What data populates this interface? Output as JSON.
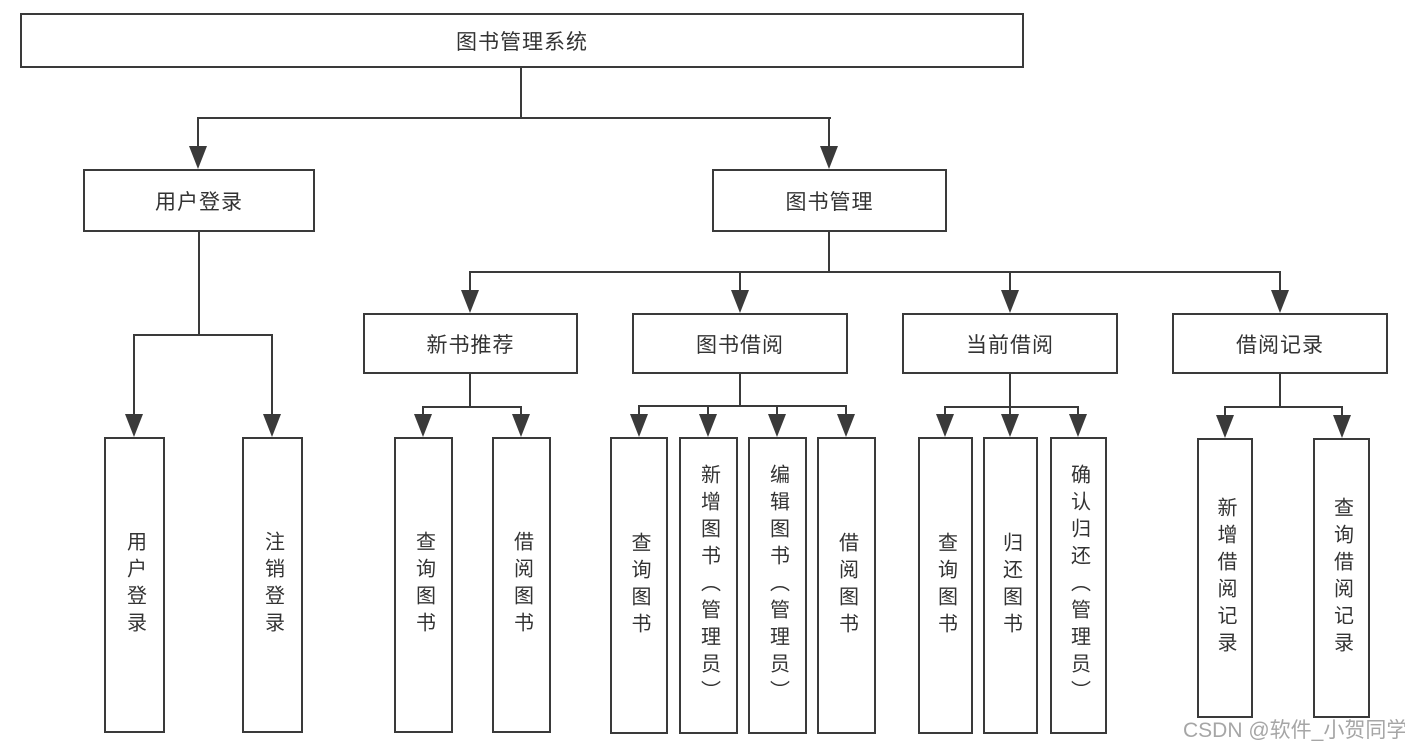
{
  "tree": {
    "root": {
      "label": "图书管理系统"
    },
    "branches": [
      {
        "label": "用户登录",
        "children": [
          {
            "label": "用户登录"
          },
          {
            "label": "注销登录"
          }
        ]
      },
      {
        "label": "图书管理",
        "children": [
          {
            "label": "新书推荐",
            "children": [
              {
                "label": "查询图书"
              },
              {
                "label": "借阅图书"
              }
            ]
          },
          {
            "label": "图书借阅",
            "children": [
              {
                "label": "查询图书"
              },
              {
                "label": "新增图书（管理员）"
              },
              {
                "label": "编辑图书（管理员）"
              },
              {
                "label": "借阅图书"
              }
            ]
          },
          {
            "label": "当前借阅",
            "children": [
              {
                "label": "查询图书"
              },
              {
                "label": "归还图书"
              },
              {
                "label": "确认归还（管理员）"
              }
            ]
          },
          {
            "label": "借阅记录",
            "children": [
              {
                "label": "新增借阅记录"
              },
              {
                "label": "查询借阅记录"
              }
            ]
          }
        ]
      }
    ]
  },
  "watermark": {
    "text": "CSDN @软件_小贺同学"
  },
  "colors": {
    "line": "#3a3a3a",
    "text": "#333333",
    "watermark": "#a6a6a6",
    "background": "#ffffff"
  }
}
